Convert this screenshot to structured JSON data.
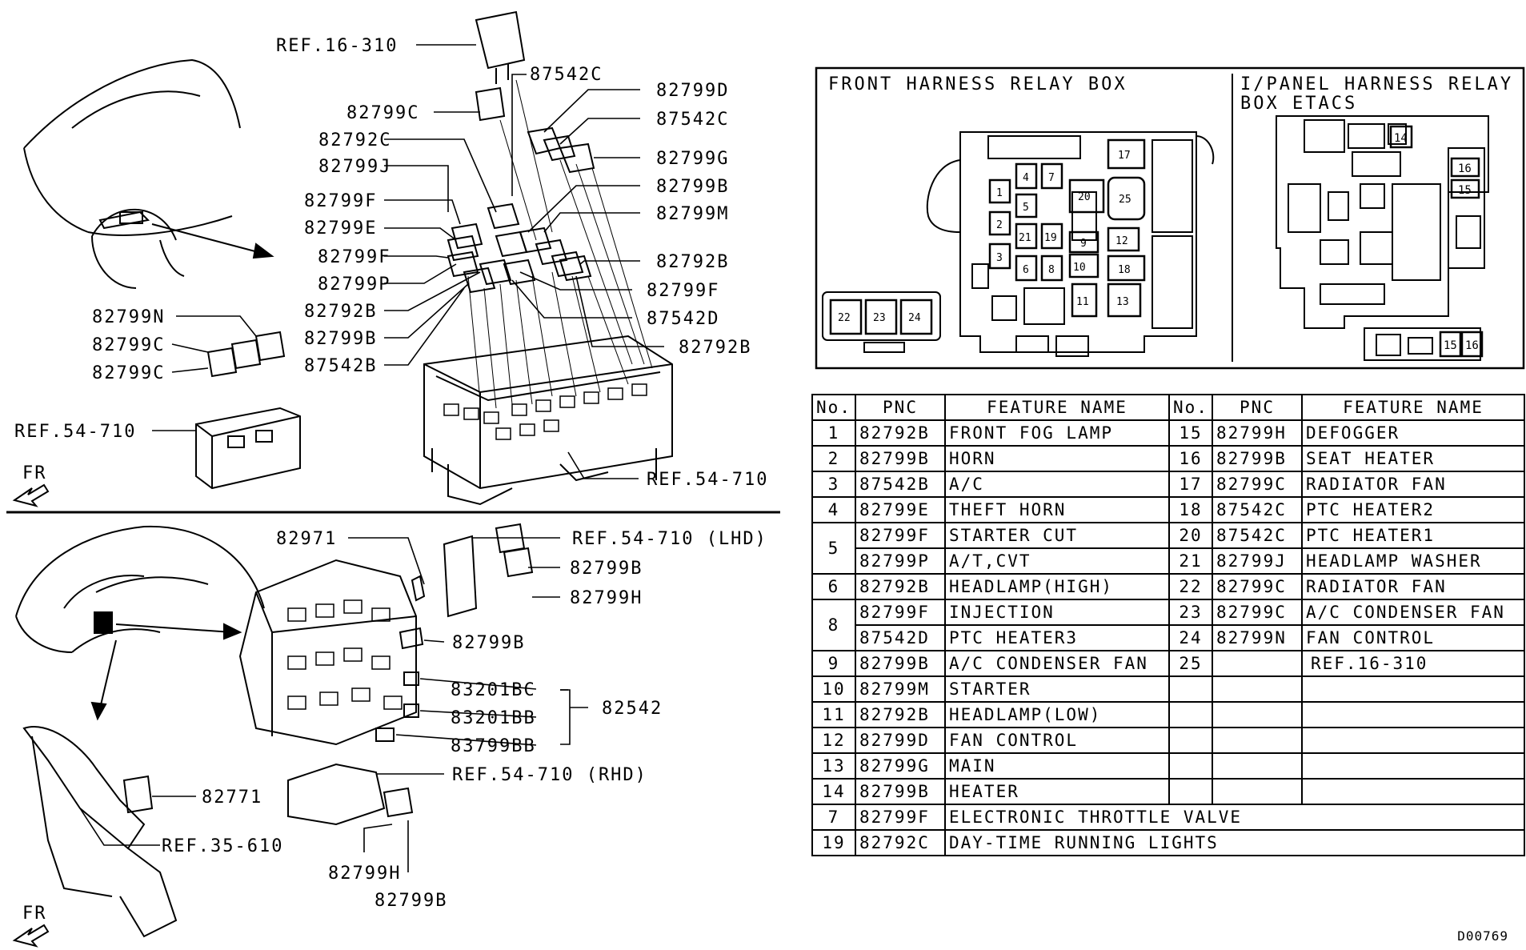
{
  "labels": {
    "ref_16_310": "REF.16-310",
    "r87542c_a": "87542C",
    "r82799d": "82799D",
    "r82799c_top": "82799C",
    "r87542c_b": "87542C",
    "r82792c": "82792C",
    "r82799g": "82799G",
    "r82799j": "82799J",
    "r82799b_a": "82799B",
    "r82799f_a": "82799F",
    "r82799m": "82799M",
    "r82799e": "82799E",
    "r82799f_b": "82799F",
    "r82792b_a": "82792B",
    "r82799p": "82799P",
    "r82799f_c": "82799F",
    "r82792b_b": "82792B",
    "r87542d": "87542D",
    "r82799b_b": "82799B",
    "r82792b_c": "82792B",
    "r87542b": "87542B",
    "r82799n": "82799N",
    "r82799c_a": "82799C",
    "r82799c_b": "82799C",
    "ref_54_710_a": "REF.54-710",
    "ref_54_710_b": "REF.54-710",
    "fr_top": "FR",
    "r82971": "82971",
    "ref_54_710_lhd": "REF.54-710 (LHD)",
    "r82799b_c": "82799B",
    "r82799h_a": "82799H",
    "r82799b_d": "82799B",
    "r83201bc": "83201BC",
    "r83201bb": "83201BB",
    "r83799bb": "83799BB",
    "r82542": "82542",
    "ref_54_710_rhd": "REF.54-710 (RHD)",
    "r82771": "82771",
    "ref_35_610": "REF.35-610",
    "r82799h_b": "82799H",
    "r82799b_e": "82799B",
    "fr_bottom": "FR"
  },
  "relay_box": {
    "front_title": "FRONT HARNESS RELAY BOX",
    "ipanel_title_line1": "I/PANEL HARNESS RELAY",
    "ipanel_title_line2": "BOX ETACS",
    "front_slots": [
      "1",
      "2",
      "3",
      "4",
      "5",
      "6",
      "7",
      "8",
      "10",
      "11",
      "12",
      "13",
      "17",
      "18",
      "19",
      "20",
      "21",
      "25",
      "9",
      "22",
      "23",
      "24"
    ],
    "ipanel_slots": [
      "14",
      "16",
      "15",
      "15",
      "16"
    ]
  },
  "table": {
    "headers": [
      "No.",
      "PNC",
      "FEATURE NAME",
      "No.",
      "PNC",
      "FEATURE NAME"
    ],
    "rows": [
      {
        "no": "1",
        "pnc": "82792B",
        "feature": "FRONT FOG LAMP",
        "no2": "15",
        "pnc2": "82799H",
        "feature2": "DEFOGGER"
      },
      {
        "no": "2",
        "pnc": "82799B",
        "feature": "HORN",
        "no2": "16",
        "pnc2": "82799B",
        "feature2": "SEAT HEATER"
      },
      {
        "no": "3",
        "pnc": "87542B",
        "feature": "A/C",
        "no2": "17",
        "pnc2": "82799C",
        "feature2": "RADIATOR FAN"
      },
      {
        "no": "4",
        "pnc": "82799E",
        "feature": "THEFT HORN",
        "no2": "18",
        "pnc2": "87542C",
        "feature2": "PTC HEATER2"
      },
      {
        "no": "5",
        "pnc": "82799F",
        "feature": "STARTER CUT",
        "no2": "20",
        "pnc2": "87542C",
        "feature2": "PTC HEATER1"
      },
      {
        "no": "",
        "pnc": "82799P",
        "feature": "A/T,CVT",
        "no2": "21",
        "pnc2": "82799J",
        "feature2": "HEADLAMP WASHER"
      },
      {
        "no": "6",
        "pnc": "82792B",
        "feature": "HEADLAMP(HIGH)",
        "no2": "22",
        "pnc2": "82799C",
        "feature2": "RADIATOR FAN"
      },
      {
        "no": "8",
        "pnc": "82799F",
        "feature": "INJECTION",
        "no2": "23",
        "pnc2": "82799C",
        "feature2": "A/C CONDENSER FAN"
      },
      {
        "no": "",
        "pnc": "87542D",
        "feature": "PTC HEATER3",
        "no2": "24",
        "pnc2": "82799N",
        "feature2": "FAN CONTROL"
      },
      {
        "no": "9",
        "pnc": "82799B",
        "feature": "A/C CONDENSER FAN",
        "no2": "25",
        "pnc2": "",
        "feature2": "REF.16-310"
      },
      {
        "no": "10",
        "pnc": "82799M",
        "feature": "STARTER",
        "no2": "",
        "pnc2": "",
        "feature2": ""
      },
      {
        "no": "11",
        "pnc": "82792B",
        "feature": "HEADLAMP(LOW)",
        "no2": "",
        "pnc2": "",
        "feature2": ""
      },
      {
        "no": "12",
        "pnc": "82799D",
        "feature": "FAN CONTROL",
        "no2": "",
        "pnc2": "",
        "feature2": ""
      },
      {
        "no": "13",
        "pnc": "82799G",
        "feature": "MAIN",
        "no2": "",
        "pnc2": "",
        "feature2": ""
      },
      {
        "no": "14",
        "pnc": "82799B",
        "feature": "HEATER",
        "no2": "",
        "pnc2": "",
        "feature2": ""
      }
    ],
    "wide_rows": [
      {
        "no": "7",
        "pnc": "82799F",
        "feature": "ELECTRONIC THROTTLE VALVE"
      },
      {
        "no": "19",
        "pnc": "82792C",
        "feature": "DAY-TIME RUNNING LIGHTS"
      }
    ]
  },
  "footer_code": "D00769"
}
